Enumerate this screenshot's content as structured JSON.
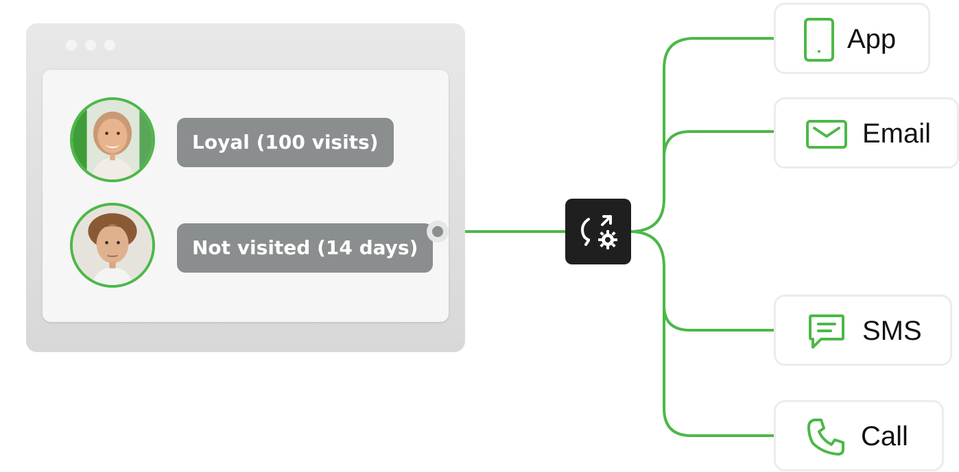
{
  "segments": [
    {
      "label": "Loyal (100 visits)"
    },
    {
      "label": "Not visited (14 days)"
    }
  ],
  "channels": [
    {
      "label": "App",
      "icon": "phone-icon"
    },
    {
      "label": "Email",
      "icon": "envelope-icon"
    },
    {
      "label": "SMS",
      "icon": "chat-icon"
    },
    {
      "label": "Call",
      "icon": "call-icon"
    }
  ],
  "hub": {
    "icon": "automation-gear-icon"
  },
  "colors": {
    "accent": "#4cb848",
    "tag": "#8a8e8f",
    "hub": "#1f1f1f"
  }
}
